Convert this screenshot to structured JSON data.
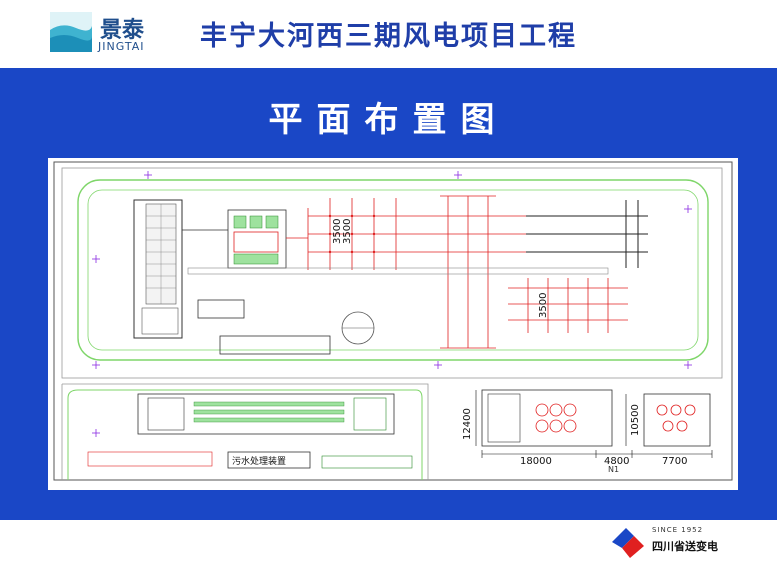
{
  "header": {
    "logo_cn": "景泰",
    "logo_en": "JINGTAI",
    "project_title": "丰宁大河西三期风电项目工程"
  },
  "plan": {
    "title": "平面布置图",
    "labels": {
      "sewage": "污水处理装置",
      "dim_18000": "18000",
      "dim_4800": "4800",
      "dim_7700": "7700",
      "dim_12400": "12400",
      "dim_10500": "10500",
      "dim_3500a": "3500",
      "dim_3500b": "3500",
      "dim_3500c": "3500",
      "north": "N1"
    }
  },
  "footer": {
    "since": "SINCE 1952",
    "company": "四川省送变电"
  },
  "colors": {
    "brand_blue": "#1a47c6",
    "title_blue": "#1f3ea8",
    "road_green": "#7fd66a",
    "line_red": "#e02020",
    "fence_gray": "#888888"
  }
}
